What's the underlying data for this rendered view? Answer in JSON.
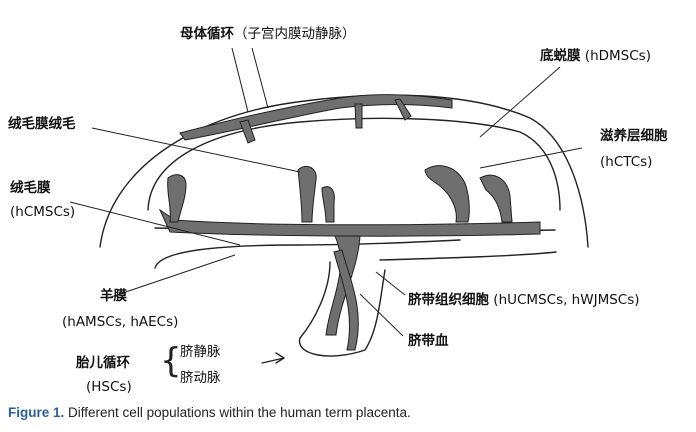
{
  "labels": {
    "maternal_circulation": {
      "title": "母体循环",
      "note": "（子宫内膜动静脉）"
    },
    "decidua": {
      "title": "底蜕膜",
      "abbr": "(hDMSCs)"
    },
    "villous_membrane_villi": {
      "title": "绒毛膜绒毛"
    },
    "trophoblast": {
      "title": "滋养层细胞",
      "abbr": "(hCTCs)"
    },
    "chorion": {
      "title": "绒毛膜",
      "abbr": "(hCMSCs)"
    },
    "amnion": {
      "title": "羊膜",
      "abbr": "(hAMSCs, hAECs)"
    },
    "umbilical_tissue": {
      "title": "脐带组织细胞",
      "abbr": "(hUCMSCs, hWJMSCs)"
    },
    "cord_blood": {
      "title": "脐带血"
    },
    "fetal_circulation": {
      "title": "胎儿循环",
      "abbr": "(HSCs)",
      "vein": "脐静脉",
      "artery": "脐动脉"
    }
  },
  "caption": {
    "figure": "Figure 1.",
    "text": "Different cell populations within the human term placenta."
  },
  "colors": {
    "tissue_fill": "#6f6f6f",
    "outline": "#222222",
    "caption_blue": "#2e5f9a"
  }
}
